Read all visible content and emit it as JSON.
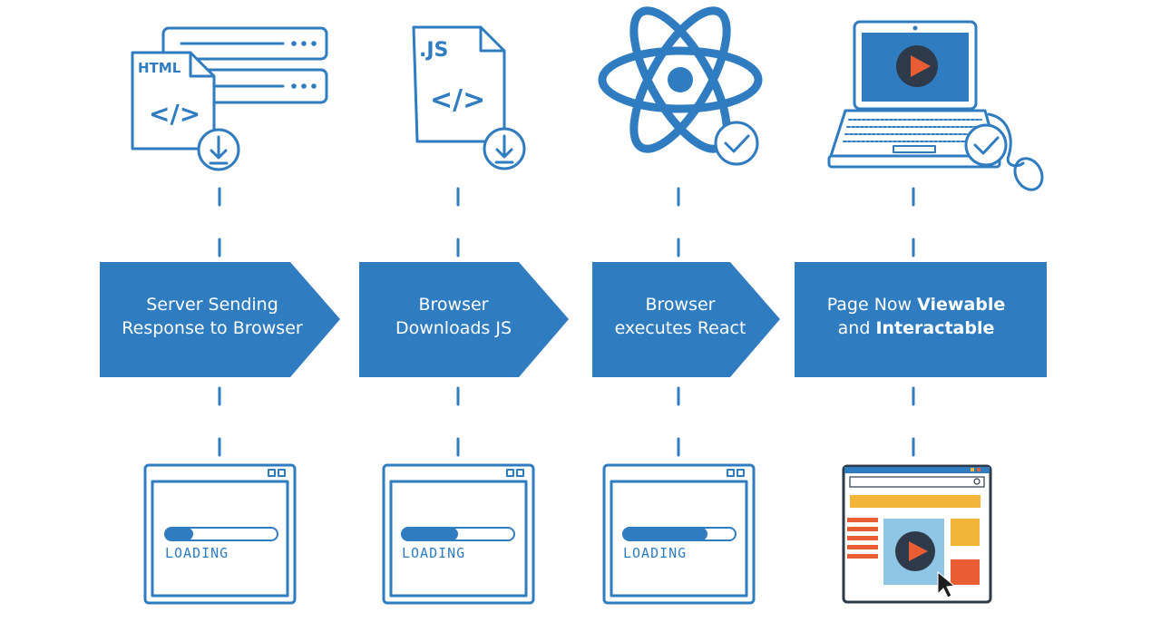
{
  "steps": [
    {
      "banner": {
        "line1": "Server Sending",
        "line2": "Response to Browser"
      },
      "icon": "html-file-server-download-icon",
      "file_label": "HTML",
      "code_glyph": "</>",
      "status": {
        "type": "loading",
        "label": "LOADING",
        "progress": 0.25
      }
    },
    {
      "banner": {
        "line1": "Browser",
        "line2": "Downloads JS"
      },
      "icon": "js-file-download-icon",
      "file_label": ".JS",
      "code_glyph": "</>",
      "status": {
        "type": "loading",
        "label": "LOADING",
        "progress": 0.5
      }
    },
    {
      "banner": {
        "line1": "Browser",
        "line2": "executes React"
      },
      "icon": "react-atom-check-icon",
      "status": {
        "type": "loading",
        "label": "LOADING",
        "progress": 0.75
      }
    },
    {
      "banner": {
        "line1_prefix": "Page Now ",
        "line1_bold": "Viewable",
        "line2_prefix": "and ",
        "line2_bold": "Interactable"
      },
      "icon": "laptop-play-check-icon",
      "status": {
        "type": "page",
        "icon": "interactive-web-page-icon"
      }
    }
  ],
  "colors": {
    "primary": "#2f7cc1",
    "banner": "#2f7cc1",
    "sky": "#8fc6e6",
    "yellow": "#f2b53a",
    "orange": "#e85d33",
    "dark": "#2e3a4a"
  }
}
